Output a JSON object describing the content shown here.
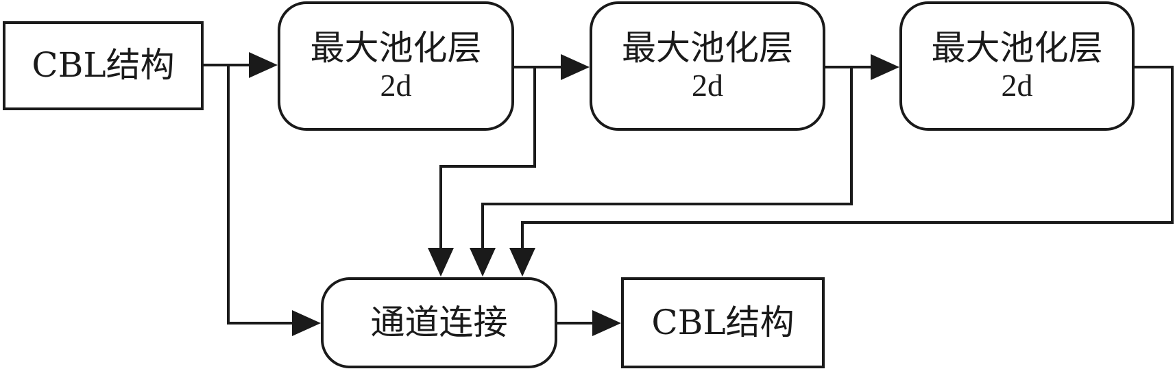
{
  "nodes": {
    "input": {
      "label": "CBL结构"
    },
    "pool1": {
      "label": "最大池化层",
      "sub": "2d"
    },
    "pool2": {
      "label": "最大池化层",
      "sub": "2d"
    },
    "pool3": {
      "label": "最大池化层",
      "sub": "2d"
    },
    "concat": {
      "label": "通道连接"
    },
    "output": {
      "label": "CBL结构"
    }
  },
  "colors": {
    "stroke": "#1a1a1a",
    "background": "#ffffff"
  }
}
